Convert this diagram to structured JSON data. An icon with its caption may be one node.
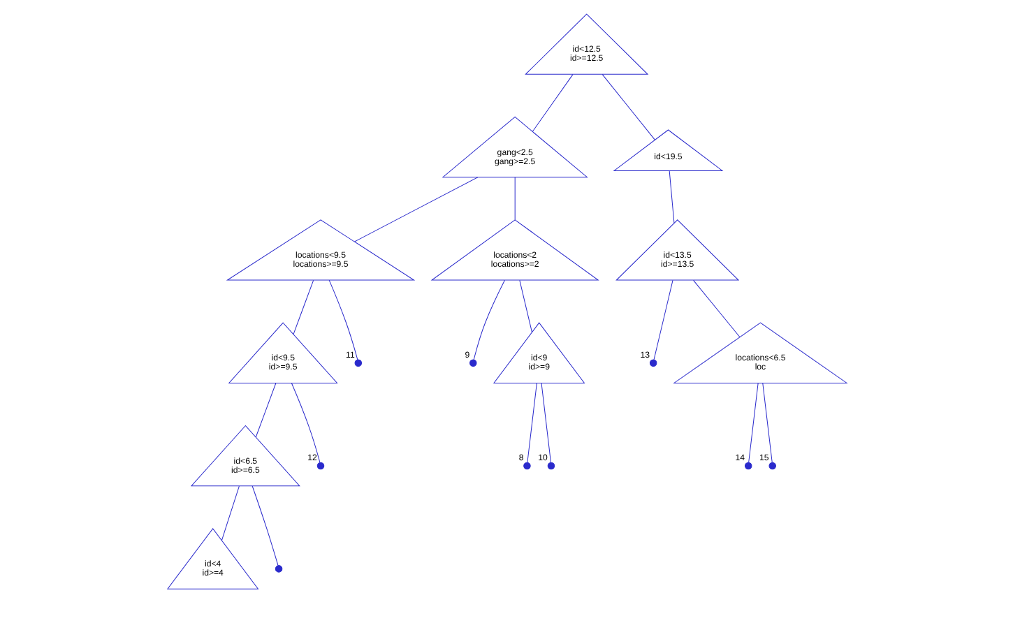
{
  "diagram": {
    "nodes": [
      {
        "text": [
          "id<12.5",
          "id>=12.5"
        ]
      },
      {
        "text": [
          "gang<2.5",
          "gang>=2.5"
        ]
      },
      {
        "text": [
          "id<19.5"
        ]
      },
      {
        "text": [
          "locations<9.5",
          "locations>=9.5"
        ]
      },
      {
        "text": [
          "locations<2",
          "locations>=2"
        ]
      },
      {
        "text": [
          "id<13.5",
          "id>=13.5"
        ]
      },
      {
        "text": [
          "id<9.5",
          "id>=9.5"
        ]
      },
      {
        "text": [],
        "shape": "circle",
        "beside": [
          "11"
        ]
      },
      {
        "text": [],
        "shape": "circle",
        "beside": [
          "9"
        ]
      },
      {
        "text": [
          "id<9",
          "id>=9"
        ]
      },
      {
        "text": [],
        "shape": "circle",
        "beside": [
          "13"
        ]
      },
      {
        "text": [
          "locations<6.5",
          "loc"
        ]
      },
      {
        "text": [
          "id<6.5",
          "id>=6.5"
        ]
      },
      {
        "text": [],
        "shape": "circle",
        "beside": [
          "12"
        ]
      },
      {
        "text": [],
        "shape": "circle",
        "beside": [
          "8"
        ]
      },
      {
        "text": [],
        "shape": "circle",
        "beside": [
          "10"
        ]
      },
      {
        "text": [],
        "shape": "circle",
        "beside": [
          "14"
        ]
      },
      {
        "text": [],
        "shape": "circle",
        "beside": [
          "15"
        ]
      },
      {
        "text": [
          "id<4",
          "id>=4"
        ]
      },
      {
        "text": [],
        "shape": "circle"
      }
    ],
    "edges": [
      {
        "from": 0,
        "to": 1,
        "arrow": "none"
      },
      {
        "from": 0,
        "to": 2,
        "arrow": "none"
      },
      {
        "from": 1,
        "to": 3,
        "arrow": "none"
      },
      {
        "from": 1,
        "to": 4,
        "arrow": "none"
      },
      {
        "from": 2,
        "to": 5,
        "arrow": "none"
      },
      {
        "from": 3,
        "to": 6,
        "arrow": "none"
      },
      {
        "from": 3,
        "to": 7,
        "arrow": "none"
      },
      {
        "from": 4,
        "to": 8,
        "arrow": "none"
      },
      {
        "from": 4,
        "to": 9,
        "arrow": "none"
      },
      {
        "from": 5,
        "to": 10,
        "arrow": "none"
      },
      {
        "from": 5,
        "to": 11,
        "arrow": "none"
      },
      {
        "from": 6,
        "to": 12,
        "arrow": "none"
      },
      {
        "from": 6,
        "to": 13,
        "arrow": "none"
      },
      {
        "from": 9,
        "to": 14,
        "arrow": "none"
      },
      {
        "from": 9,
        "to": 15,
        "arrow": "none"
      },
      {
        "from": 11,
        "to": 16,
        "arrow": "none"
      },
      {
        "from": 11,
        "to": 17,
        "arrow": "none"
      },
      {
        "from": 12,
        "to": 18,
        "arrow": "none"
      },
      {
        "from": 12,
        "to": 19,
        "arrow": "none"
      }
    ]
  }
}
